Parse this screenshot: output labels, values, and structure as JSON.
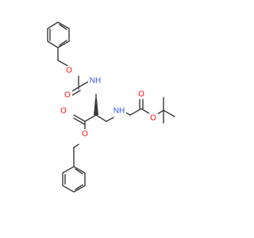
{
  "molecule": {
    "atoms": {
      "o_carbamate_ester": "O",
      "o_carbamate_carbonyl": "O",
      "nh_carbamate": "NH",
      "o_ester_carbonyl": "O",
      "o_ester_single": "O",
      "nh_amine": "NH",
      "o_tbu_carbonyl": "O",
      "o_tbu_ester": "O"
    },
    "colors": {
      "bond": "#3a3a3a",
      "oxygen": "#ff0d0d",
      "nitrogen": "#3050f8"
    }
  }
}
